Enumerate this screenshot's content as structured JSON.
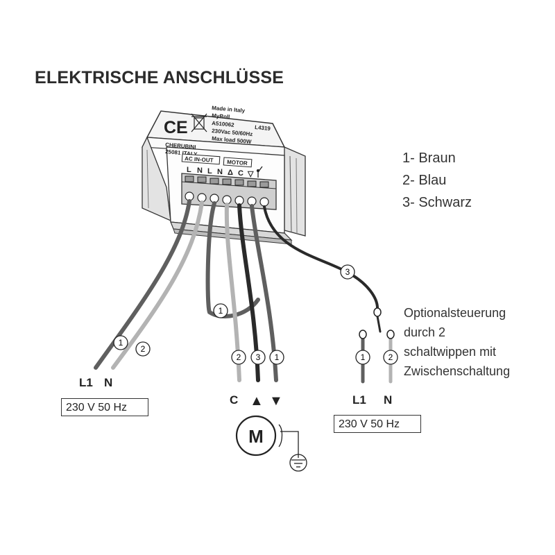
{
  "title": "ELEKTRISCHE ANSCHLÜSSE",
  "legend": [
    "1- Braun",
    "2- Blau",
    "3- Schwarz"
  ],
  "option_text": [
    "Optionalsteuerung",
    "durch 2",
    "schaltwippen mit",
    "Zwischenschaltung"
  ],
  "device": {
    "ce_mark": "CE",
    "made_in": "Made in Italy",
    "brand": "MyRoll",
    "code": "A510062",
    "model": "L4319",
    "voltage": "230Vac 50/60Hz",
    "max_load": "Max load 500W",
    "maker": "CHERUBINI",
    "maker_city": "25081 ITALY",
    "group_ac": "AC IN-OUT",
    "group_motor": "MOTOR",
    "terminals": [
      "L",
      "N",
      "L",
      "N",
      "Δ",
      "C",
      "▽"
    ]
  },
  "wire_numbers": {
    "supply_l1": "1",
    "supply_n": "2",
    "loop": "1",
    "motor_c": "2",
    "motor_up": "3",
    "motor_down": "1",
    "switch_wire": "3",
    "switch_l1": "1",
    "switch_n": "2"
  },
  "labels": {
    "left_l1": "L1",
    "left_n": "N",
    "motor_c": "C",
    "motor_up": "▲",
    "motor_down": "▼",
    "motor": "M",
    "right_l1": "L1",
    "right_n": "N"
  },
  "supply_boxes": [
    "230 V  50 Hz",
    "230 V  50 Hz"
  ],
  "colors": {
    "brown": "#6b6b6b",
    "blue": "#b3b3b3",
    "black": "#2a2a2a",
    "outline": "#333333"
  }
}
